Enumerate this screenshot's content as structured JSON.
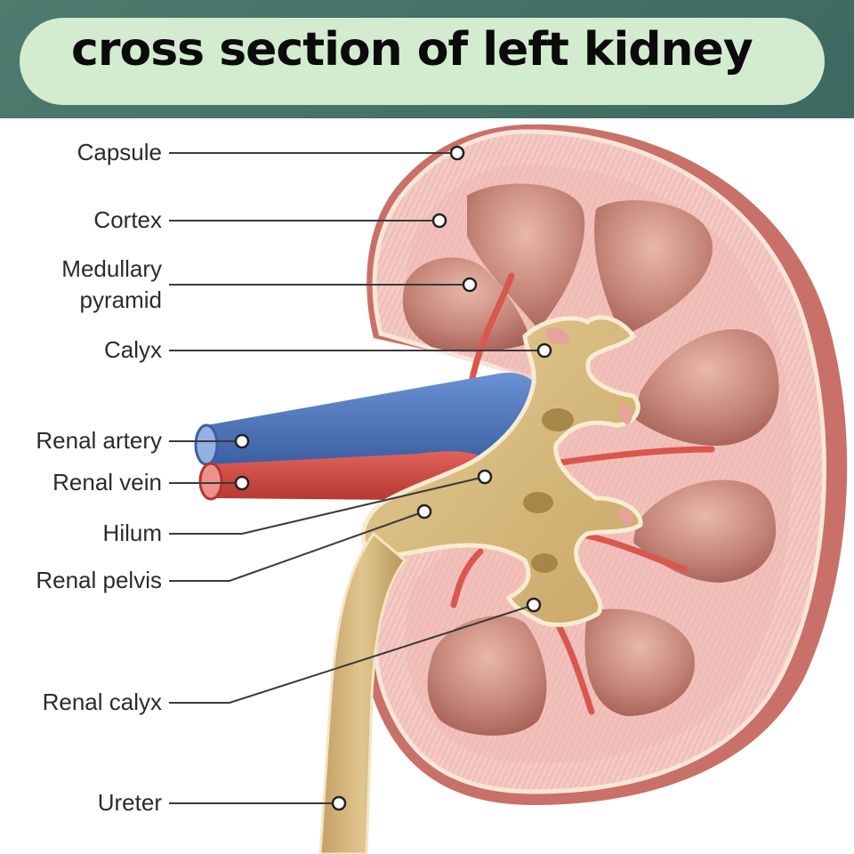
{
  "title": "cross section of left kidney",
  "labels": {
    "capsule": "Capsule",
    "cortex": "Cortex",
    "medullary_line1": "Medullary",
    "medullary_line2": "pyramid",
    "calyx": "Calyx",
    "renal_artery": "Renal artery",
    "renal_vein": "Renal vein",
    "hilum": "Hilum",
    "renal_pelvis": "Renal pelvis",
    "renal_calyx": "Renal calyx",
    "ureter": "Ureter"
  },
  "colors": {
    "title_pill": "#d3ecd0",
    "cortex": "#f3c3bf",
    "pyramid": "#c07a6f",
    "pelvis": "#d9bd7f",
    "artery": "#4a73b8",
    "vein": "#c9453f"
  }
}
